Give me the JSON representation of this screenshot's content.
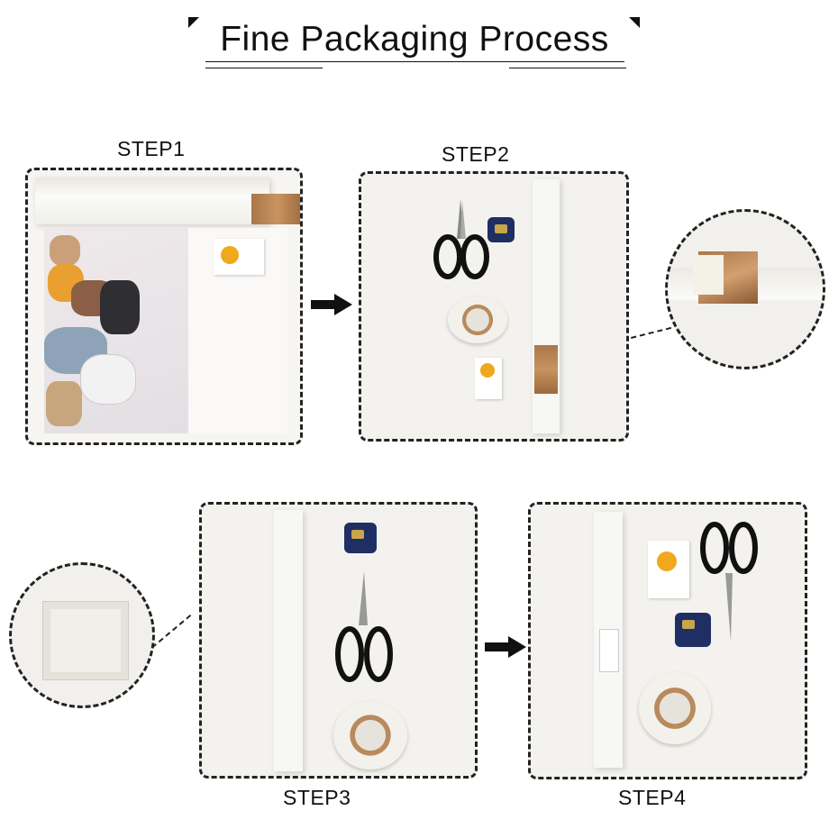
{
  "title": "Fine Packaging Process",
  "steps": {
    "step1": "STEP1",
    "step2": "STEP2",
    "step3": "STEP3",
    "step4": "STEP4"
  },
  "colors": {
    "ink": "#111111",
    "kraft": "#b9865a",
    "measure_tape": "#1f2f63",
    "logo_orange": "#f0a81c"
  },
  "icons": [
    "arrow-right-icon",
    "scissors-icon",
    "tape-measure-icon",
    "tape-roll-icon"
  ]
}
